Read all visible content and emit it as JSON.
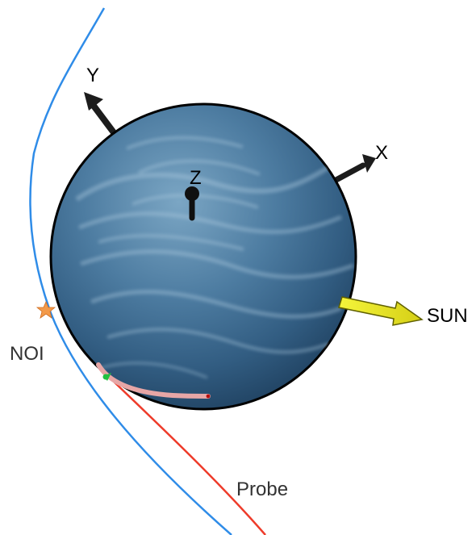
{
  "labels": {
    "y_axis": "Y",
    "x_axis": "X",
    "z_axis": "Z",
    "sun": "SUN",
    "noi": "NOI",
    "probe": "Probe"
  },
  "colors": {
    "planet_base": "#3f6f95",
    "planet_dark": "#2a4f72",
    "planet_light": "#6f98b8",
    "outline": "#000000",
    "blue_orbit": "#2f8ce8",
    "probe_orbit": "#ee3b2a",
    "sun_arrow": "#eef01a",
    "axis_arrow": "#1c1c1c",
    "noi_marker": "#f39a4a",
    "probe_marker": "#22c040",
    "ground_track": "#e7a6a6",
    "text": "#000000",
    "annotation_text": "#333333"
  },
  "icons": {
    "noi_marker": "star-icon",
    "probe_marker": "arrow-icon"
  }
}
